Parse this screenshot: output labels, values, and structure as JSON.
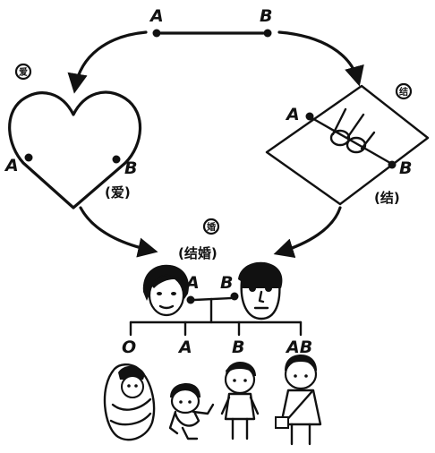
{
  "top": {
    "left_label": "A",
    "right_label": "B"
  },
  "heart": {
    "seal": "爱",
    "left_label": "A",
    "right_label": "B",
    "caption": "(爱)"
  },
  "knot": {
    "seal": "结",
    "left_label": "A",
    "right_label": "B",
    "caption": "(结)"
  },
  "marriage": {
    "seal": "婚",
    "caption": "(结婚)",
    "wife_label": "A",
    "husband_label": "B"
  },
  "children": [
    {
      "label": "O"
    },
    {
      "label": "A"
    },
    {
      "label": "B"
    },
    {
      "label": "AB"
    }
  ],
  "colors": {
    "ink": "#111111",
    "paper": "#ffffff"
  }
}
